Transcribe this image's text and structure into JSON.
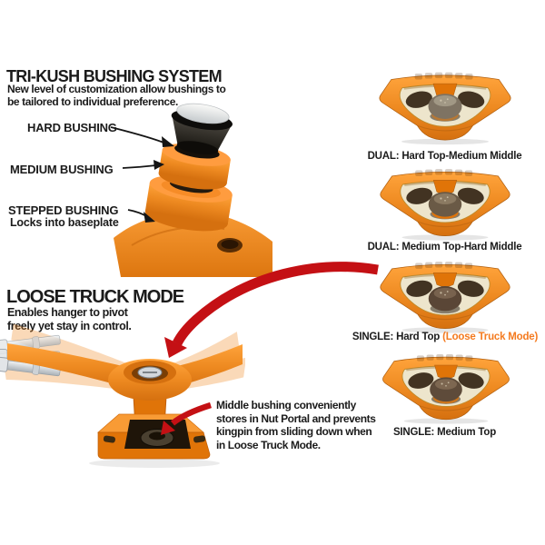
{
  "colors": {
    "truck_orange": "#EE8A21",
    "red_arrow": "#C41014",
    "caption_highlight_orange": "#F47B20",
    "text": "#1B1B1B"
  },
  "tri_kush_section": {
    "title": "TRI-KUSH BUSHING SYSTEM",
    "subtitle_lines": [
      "New level of customization allow bushings to",
      "be tailored to individual preference."
    ],
    "labels": {
      "hard": "HARD BUSHING",
      "medium": "MEDIUM BUSHING",
      "stepped": "STEPPED BUSHING",
      "stepped_note": "Locks into baseplate"
    }
  },
  "loose_truck_section": {
    "title": "LOOSE TRUCK MODE",
    "subtitle_lines": [
      "Enables hanger to pivot",
      "freely yet stay in control."
    ],
    "nut_portal_note_lines": [
      "Middle bushing conveniently",
      "stores in Nut Portal and prevents",
      "kingpin from sliding down when",
      "in Loose Truck Mode."
    ]
  },
  "bushing_configs": [
    {
      "caption": "DUAL: Hard Top-Medium Middle",
      "caption_highlight": ""
    },
    {
      "caption": "DUAL: Medium Top-Hard Middle",
      "caption_highlight": ""
    },
    {
      "caption": "SINGLE: Hard Top ",
      "caption_highlight": "(Loose Truck Mode)"
    },
    {
      "caption": "SINGLE: Medium Top",
      "caption_highlight": ""
    }
  ],
  "icons": {
    "label_arrows": "black-pointer-arrow",
    "loose_truck_arrow": "red-curved-arrow",
    "nut_portal_arrow": "red-curved-arrow"
  }
}
